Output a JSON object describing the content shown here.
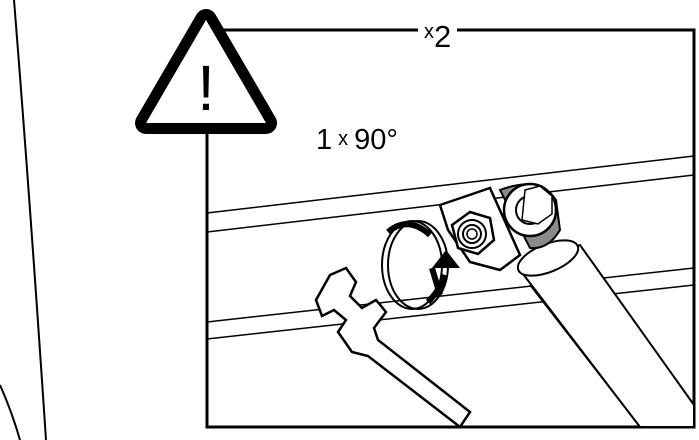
{
  "quantity": {
    "symbol": "x",
    "count": "2"
  },
  "rotation": {
    "turns": "1",
    "symbol": "x",
    "angle": "90°"
  },
  "warning": {
    "symbol": "!"
  },
  "colors": {
    "ink": "#000000",
    "paper": "#ffffff",
    "shade": "#8a8a8a"
  },
  "icons": [
    "warning-triangle-icon",
    "wrench-icon",
    "rotation-arrow-icon",
    "nut-icon",
    "strut-icon"
  ]
}
